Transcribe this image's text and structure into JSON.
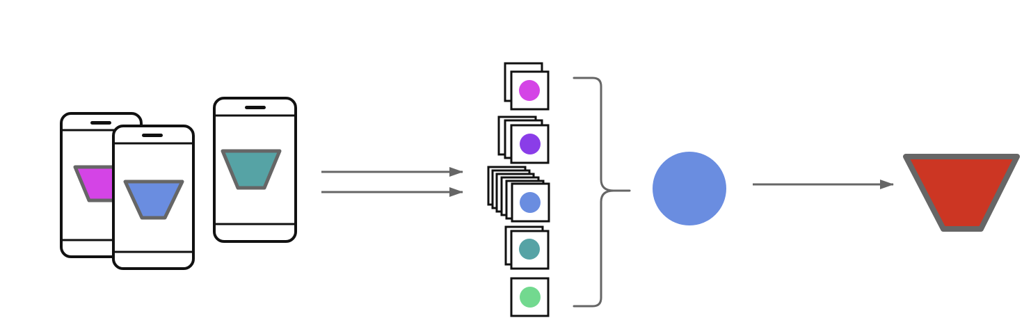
{
  "colors": {
    "background": "#ffffff",
    "outline": "#111111",
    "arrow": "#666666",
    "funnel_border": "#666666",
    "phone_1_model": "#d444e6",
    "phone_2_model": "#6a8de0",
    "phone_3_model": "#56a3a5",
    "cluster_purple": "#8a3de8",
    "cluster_blue": "#6a8de0",
    "cluster_teal": "#56a3a5",
    "cluster_green": "#72d98f",
    "aggregated_model": "#6a8de0",
    "global_model": "#cc3623"
  },
  "icons": {
    "device": "smartphone-icon",
    "model": "funnel-model-icon",
    "update": "model-update-card-icon",
    "aggregate": "circle-icon"
  },
  "update_groups": [
    {
      "color_key": "phone_1_model",
      "stack_count": 2
    },
    {
      "color_key": "cluster_purple",
      "stack_count": 3
    },
    {
      "color_key": "cluster_blue",
      "stack_count": 6
    },
    {
      "color_key": "cluster_teal",
      "stack_count": 2
    },
    {
      "color_key": "cluster_green",
      "stack_count": 1
    }
  ]
}
